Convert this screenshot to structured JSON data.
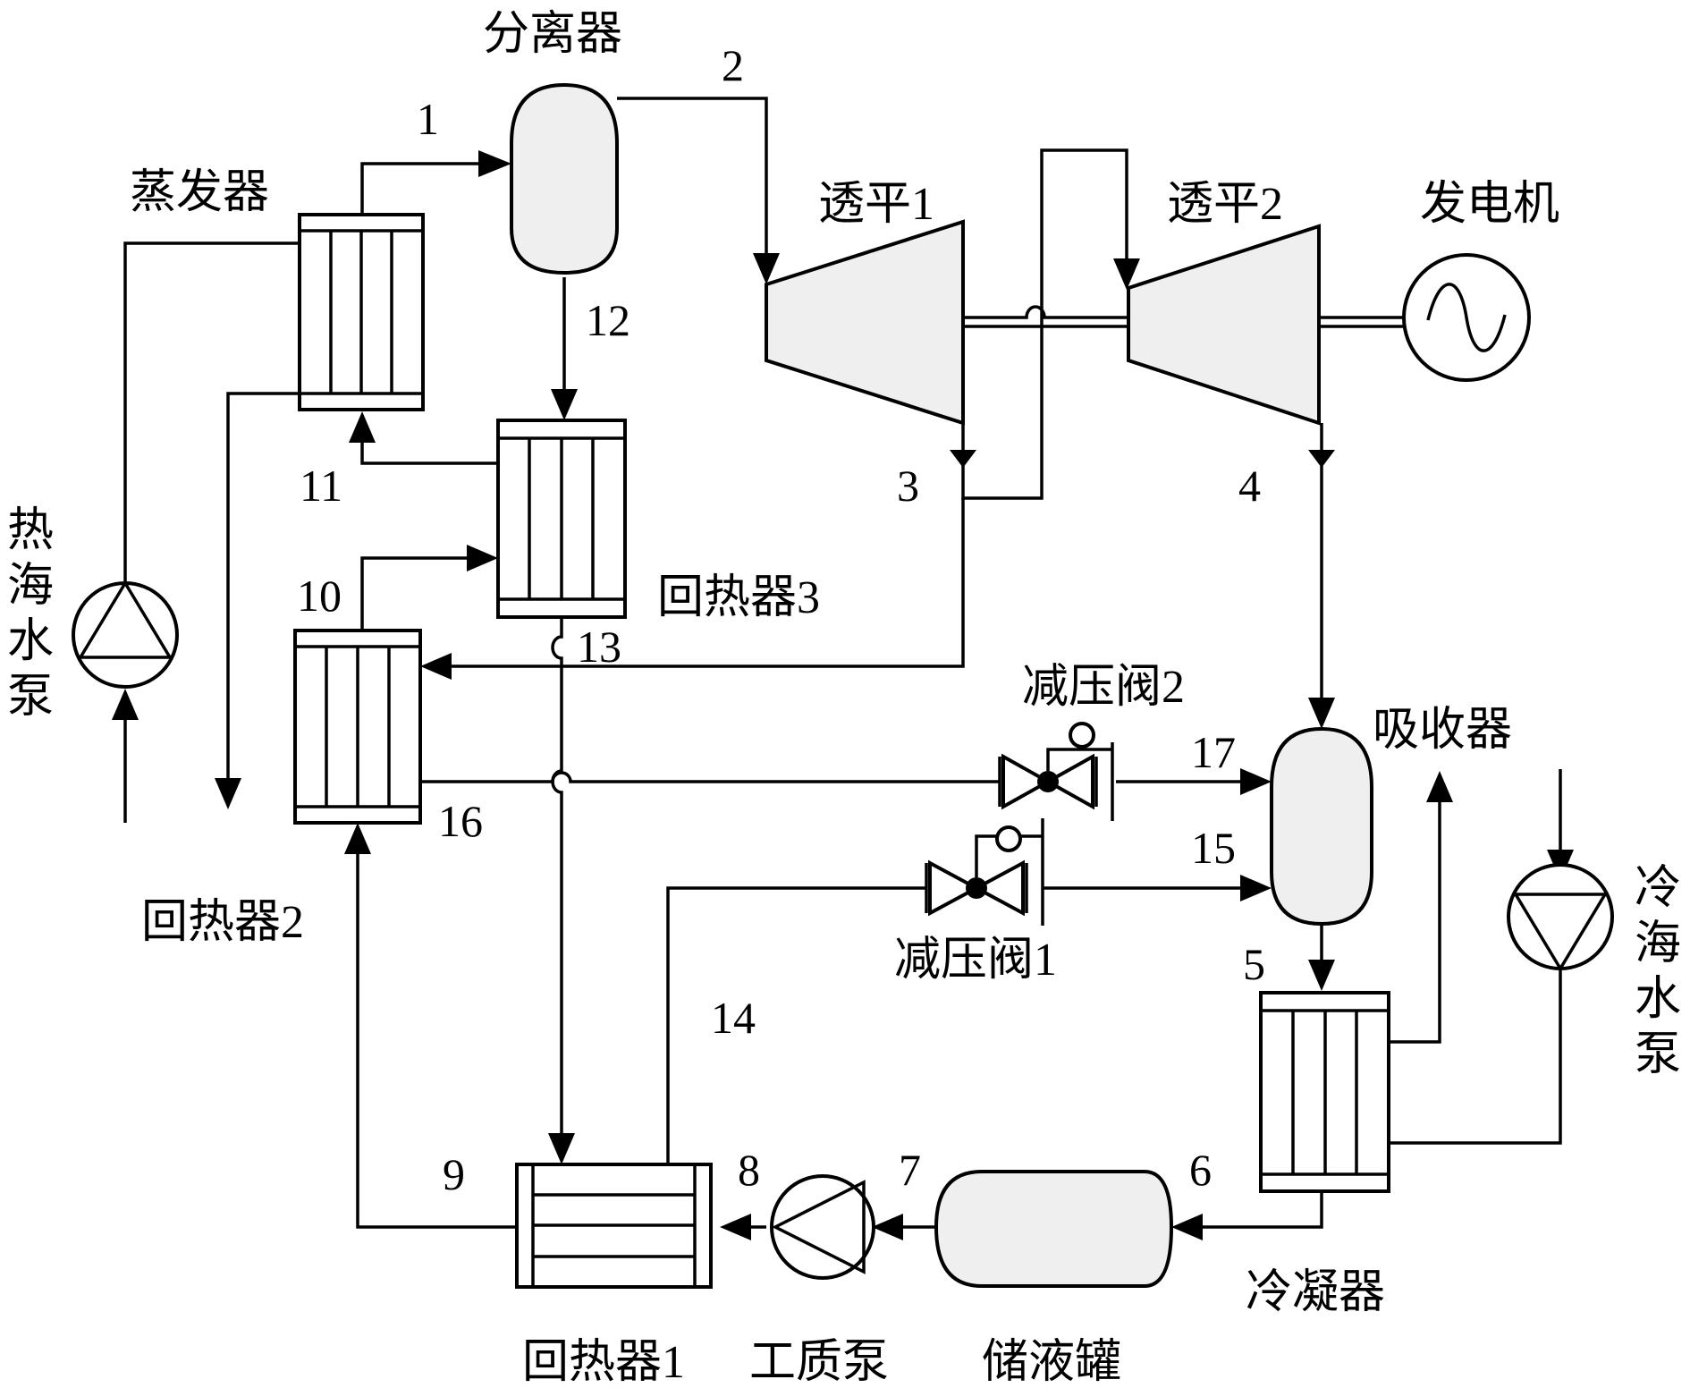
{
  "labels": {
    "separator": "分离器",
    "evaporator": "蒸发器",
    "turbine1": "透平1",
    "turbine2": "透平2",
    "generator": "发电机",
    "regenerator3": "回热器3",
    "regenerator2": "回热器2",
    "regenerator1": "回热器1",
    "absorber": "吸收器",
    "valve2": "减压阀2",
    "valve1": "减压阀1",
    "condenser": "冷凝器",
    "working_pump": "工质泵",
    "storage_tank": "储液罐",
    "hot_pump": [
      "热",
      "海",
      "水",
      "泵"
    ],
    "cold_pump": [
      "冷",
      "海",
      "水",
      "泵"
    ]
  },
  "state_points": [
    "1",
    "2",
    "3",
    "4",
    "5",
    "6",
    "7",
    "8",
    "9",
    "10",
    "11",
    "12",
    "13",
    "14",
    "15",
    "16",
    "17"
  ]
}
